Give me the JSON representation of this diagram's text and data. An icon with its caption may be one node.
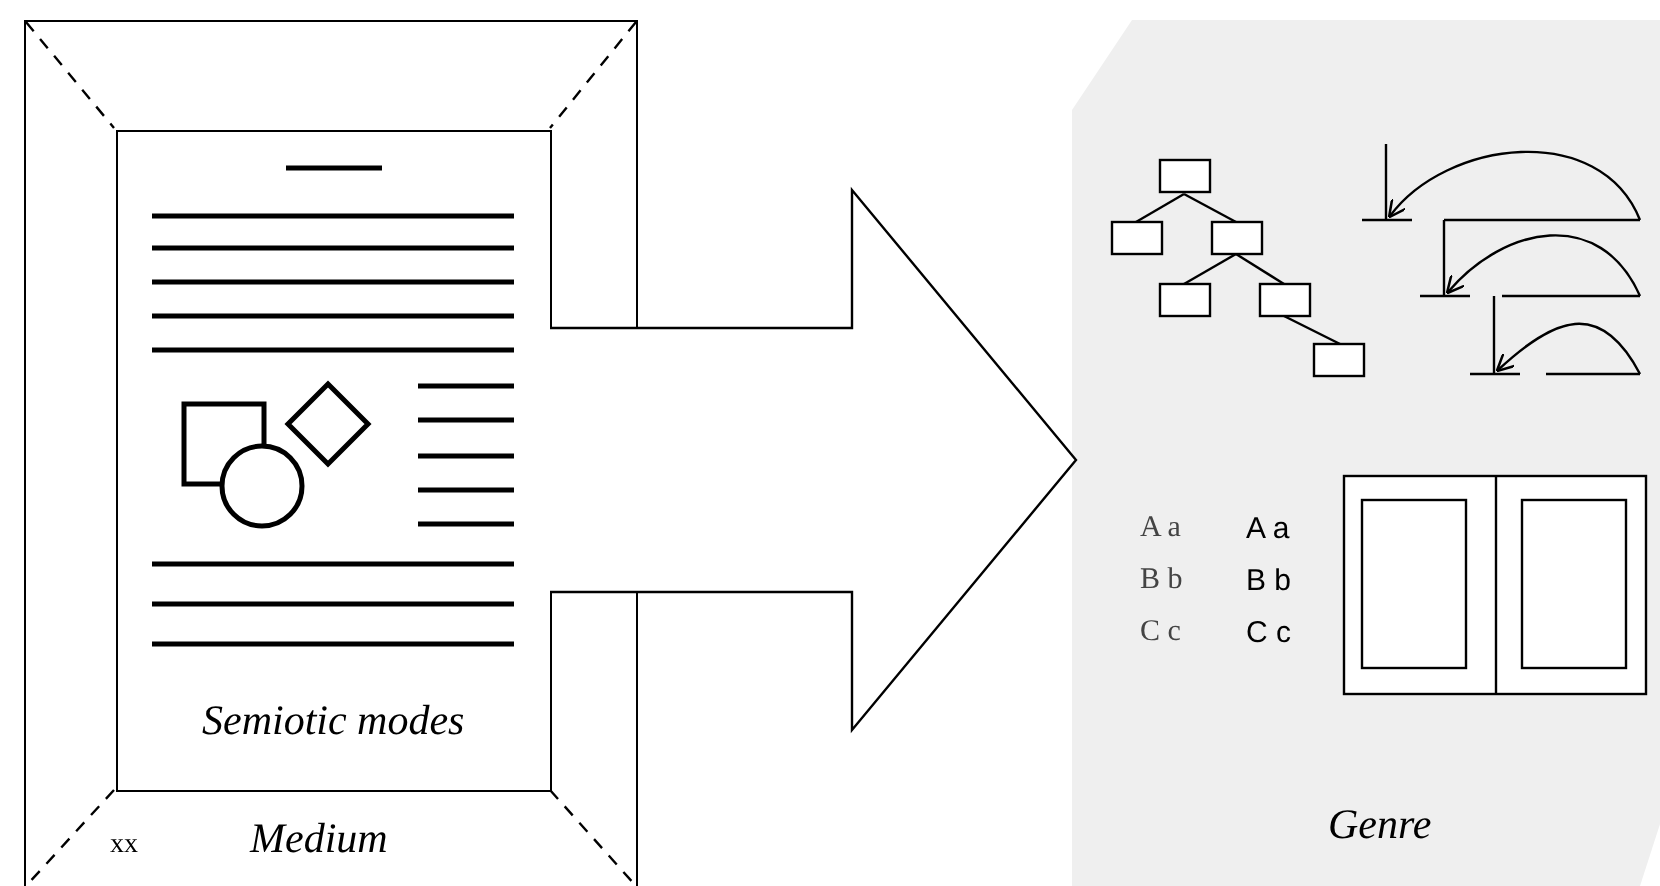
{
  "diagram": {
    "nodes": [
      {
        "text": [
          "Medium"
        ]
      },
      {
        "text": [
          "Semiotic modes"
        ],
        "in": 0
      },
      {
        "text": [
          "Genre"
        ]
      }
    ],
    "edges": [
      {
        "from": 1,
        "to": 2,
        "arrow": "to"
      }
    ],
    "labels": [
      "xx",
      "A a",
      "A a",
      "B b",
      "B b",
      "C c",
      "C c"
    ]
  }
}
